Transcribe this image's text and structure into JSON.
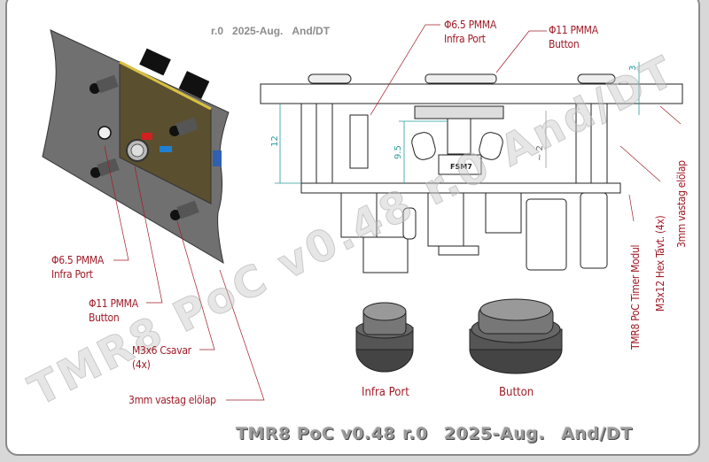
{
  "header": {
    "revision": "r.0",
    "date": "2025-Aug.",
    "author": "And/DT"
  },
  "footer": {
    "project": "TMR8 PoC v0.48",
    "revision": "r.0",
    "date": "2025-Aug.",
    "author": "And/DT"
  },
  "watermark": "TMR8 PoC v0.48 r.0 And/DT",
  "iso_view_labels": {
    "infra_port": {
      "line1": "Φ6.5 PMMA",
      "line2": "Infra Port"
    },
    "button": {
      "line1": "Φ11 PMMA",
      "line2": "Button"
    },
    "screw": {
      "line1": "M3x6 Csavar",
      "line2": "(4x)"
    },
    "front_panel": "3mm vastag elölap"
  },
  "side_view_labels": {
    "infra_port": {
      "line1": "Φ6.5 PMMA",
      "line2": "Infra Port"
    },
    "button": {
      "line1": "Φ11 PMMA",
      "line2": "Button"
    },
    "module": "TMR8 PoC Timer Modul",
    "standoff": "M3x12 Hex Távt. (4x)",
    "front_panel": "3mm vastag elölap",
    "component_marking": "FSM7"
  },
  "dimensions": {
    "standoff_height": "12",
    "button_height": "9.5",
    "gap": "~ 2",
    "panel_thickness": "3"
  },
  "cap_labels": {
    "infra_port": "Infra Port",
    "button": "Button"
  },
  "colors": {
    "label": "#a01c28",
    "dimension": "#2a9a9a"
  }
}
